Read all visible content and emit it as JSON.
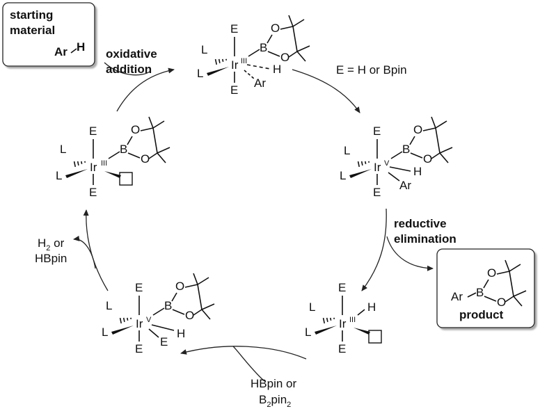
{
  "boxes": {
    "starting_material": {
      "line1": "starting",
      "line2": "material",
      "reagent": "Ar",
      "reagent_h": "H"
    },
    "product": {
      "ar": "Ar",
      "label": "product"
    }
  },
  "labels": {
    "oxidative_1": "oxidative",
    "oxidative_2": "addition",
    "reductive_1": "reductive",
    "reductive_2": "elimination",
    "e_definition": "E = H or Bpin",
    "h2_1": "H",
    "h2_sub": "2",
    "h2_2": " or",
    "h2_3": "HBpin",
    "hbpin_1": "HBpin or",
    "b2pin2_b": "B",
    "b2pin2_s1": "2",
    "b2pin2_pin": "pin",
    "b2pin2_s2": "2"
  },
  "atoms": {
    "E": "E",
    "L": "L",
    "Ir": "Ir",
    "B": "B",
    "O": "O",
    "H": "H",
    "Ar": "Ar",
    "ox3": "III",
    "ox5": "V"
  }
}
